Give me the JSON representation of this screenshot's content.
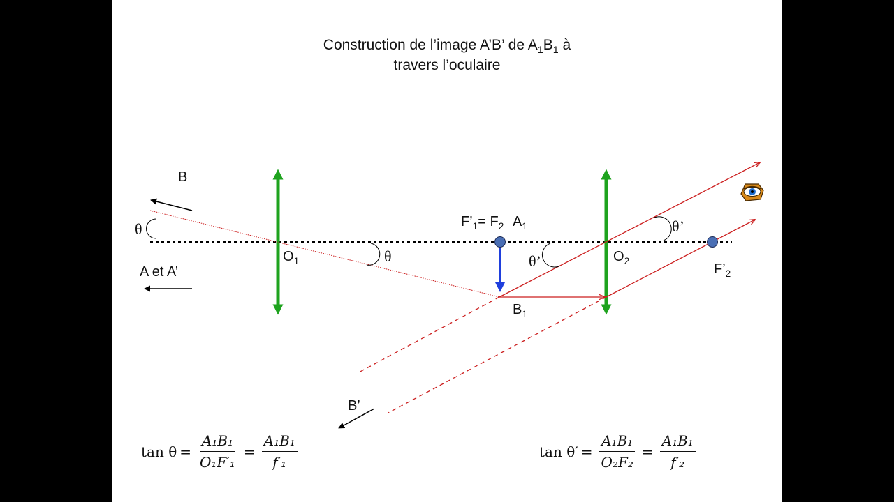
{
  "title": {
    "line1_prefix": "Construction de l’image A’B’ de A",
    "sub1": "1",
    "mid": "B",
    "sub2": "1",
    "line1_suffix": " à",
    "line2": "travers l’oculaire"
  },
  "labels": {
    "B": "B",
    "theta_left": "θ",
    "A_et_A": "A  et A’",
    "O1": "O",
    "O1_sub": "1",
    "theta_mid": "θ",
    "F1prime": "F’",
    "F1prime_sub": "1",
    "eq_F2": "= F",
    "F2_sub": "2",
    "A1": "A",
    "A1_sub": "1",
    "theta_prime_mid": "θ’",
    "B1": "B",
    "B1_sub": "1",
    "O2": "O",
    "O2_sub": "2",
    "theta_prime_right": "θ’",
    "F2prime": "F’",
    "F2prime_sub": "2",
    "Bprime": "B’"
  },
  "formula_left": {
    "lhs": "tan θ",
    "num1": "A₁B₁",
    "den1": "O₁F′₁",
    "num2": "A₁B₁",
    "den2": "f′₁"
  },
  "formula_right": {
    "lhs": "tan θ′",
    "num1": "A₁B₁",
    "den1": "O₂F₂",
    "num2": "A₁B₁",
    "den2": "f′₂"
  },
  "colors": {
    "lens": "#1ea31e",
    "ray": "#cc1f1f",
    "object_arrow": "#1f3fdd",
    "point": "#4a6fb5",
    "axis": "#000000"
  },
  "icons": [
    "eye-icon"
  ]
}
